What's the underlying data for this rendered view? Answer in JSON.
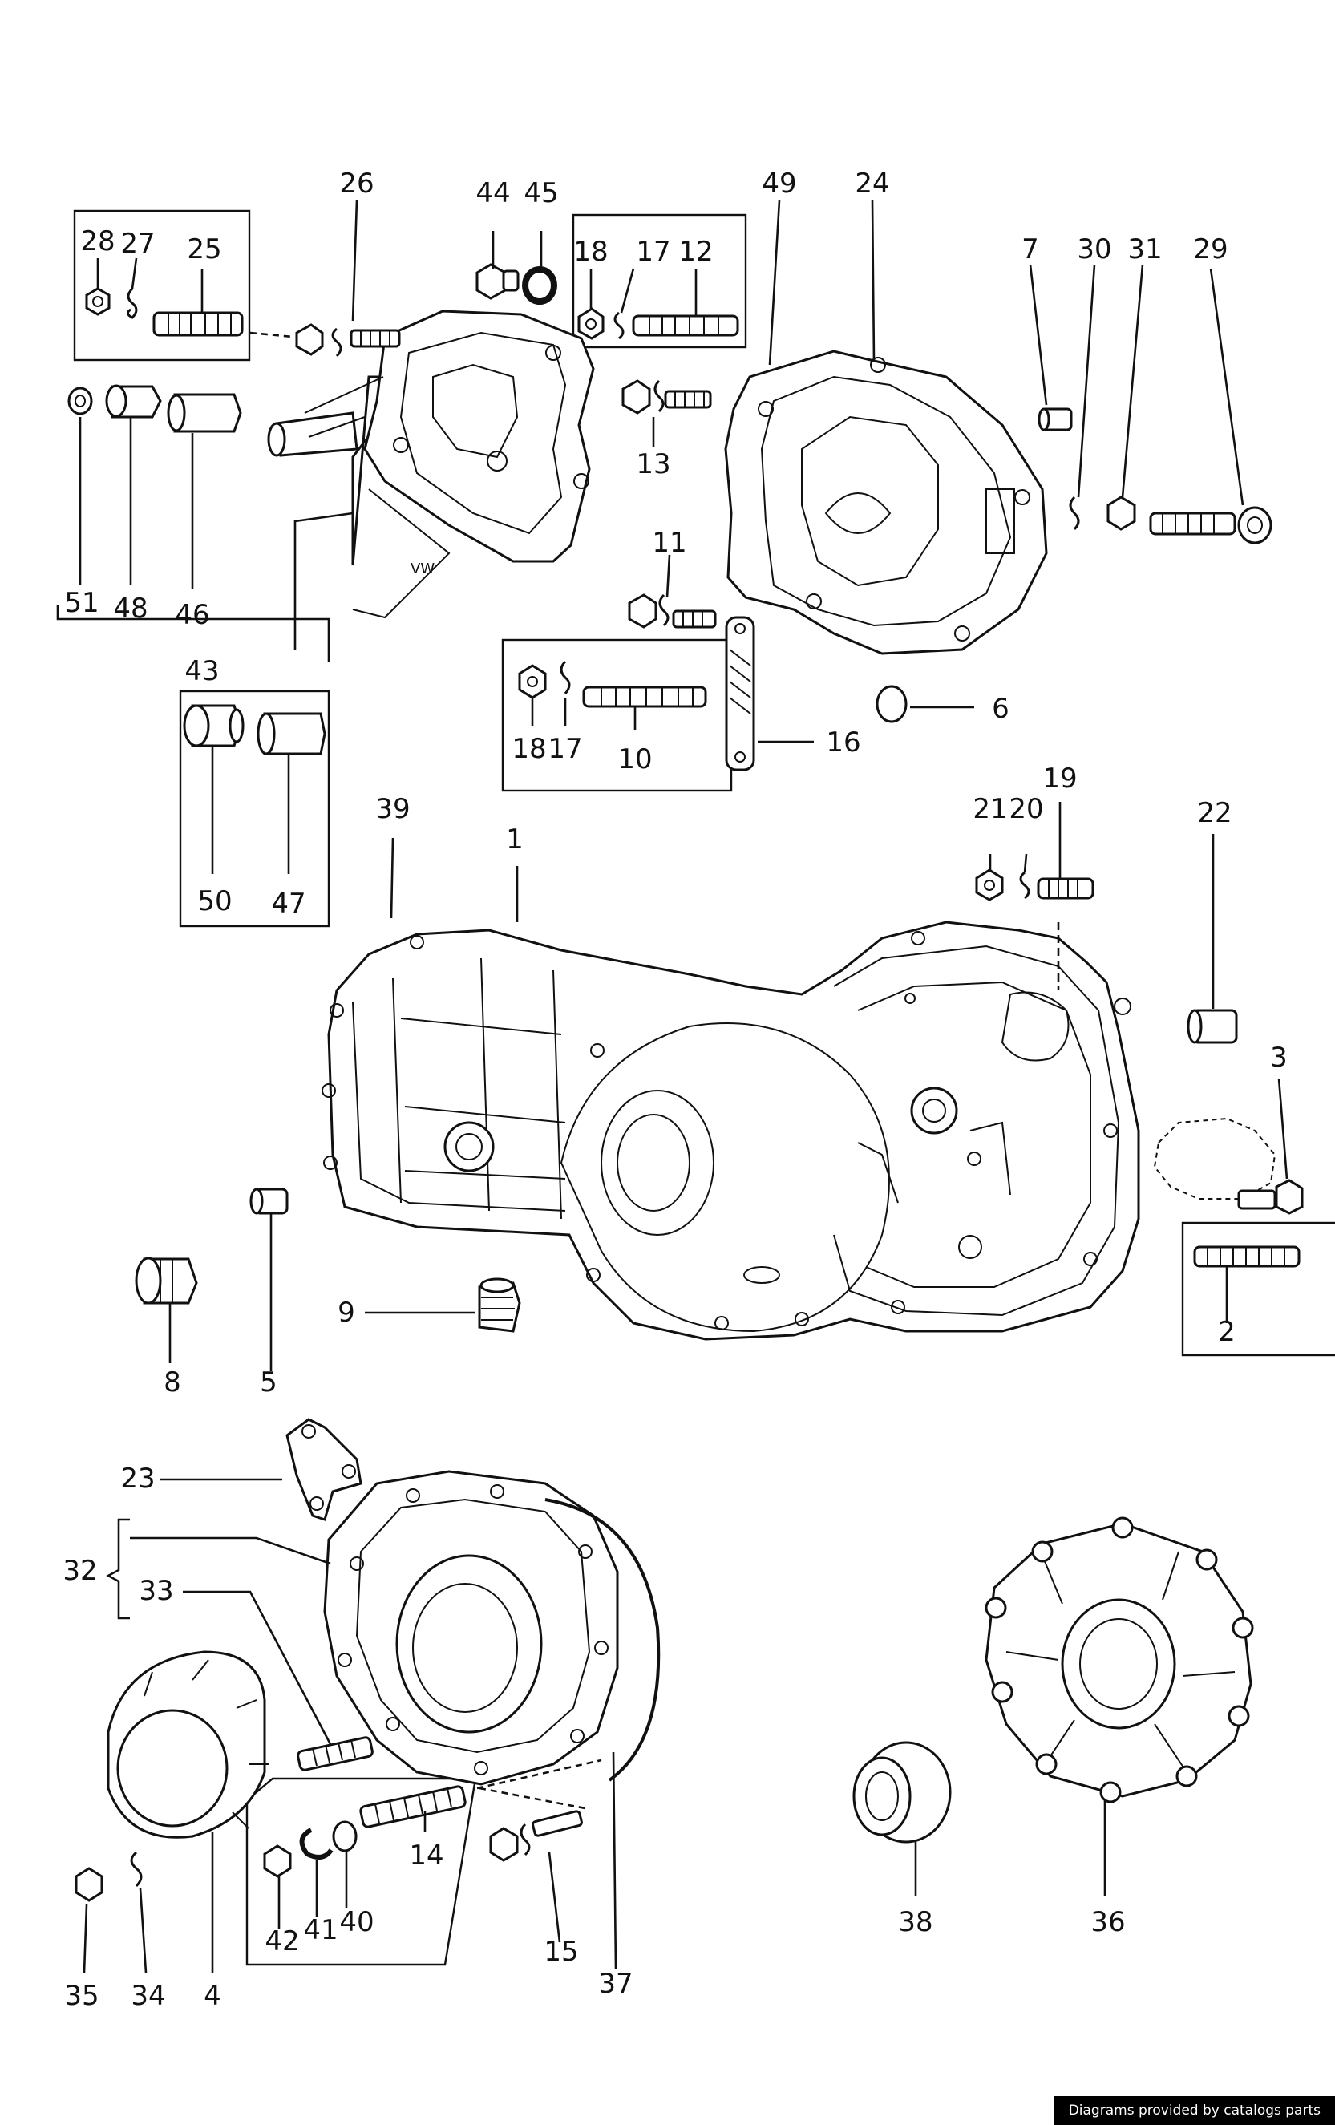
{
  "callouts": [
    {
      "n": "26"
    },
    {
      "n": "44"
    },
    {
      "n": "45"
    },
    {
      "n": "49"
    },
    {
      "n": "24"
    },
    {
      "n": "28"
    },
    {
      "n": "27"
    },
    {
      "n": "25"
    },
    {
      "n": "18"
    },
    {
      "n": "17"
    },
    {
      "n": "12"
    },
    {
      "n": "7"
    },
    {
      "n": "30"
    },
    {
      "n": "31"
    },
    {
      "n": "29"
    },
    {
      "n": "13"
    },
    {
      "n": "51"
    },
    {
      "n": "48"
    },
    {
      "n": "46"
    },
    {
      "n": "43"
    },
    {
      "n": "11"
    },
    {
      "n": "6"
    },
    {
      "n": "18"
    },
    {
      "n": "17"
    },
    {
      "n": "10"
    },
    {
      "n": "16"
    },
    {
      "n": "50"
    },
    {
      "n": "47"
    },
    {
      "n": "39"
    },
    {
      "n": "1"
    },
    {
      "n": "21"
    },
    {
      "n": "20"
    },
    {
      "n": "19"
    },
    {
      "n": "22"
    },
    {
      "n": "3"
    },
    {
      "n": "2"
    },
    {
      "n": "5"
    },
    {
      "n": "8"
    },
    {
      "n": "9"
    },
    {
      "n": "23"
    },
    {
      "n": "32"
    },
    {
      "n": "33"
    },
    {
      "n": "14"
    },
    {
      "n": "42"
    },
    {
      "n": "41"
    },
    {
      "n": "40"
    },
    {
      "n": "15"
    },
    {
      "n": "37"
    },
    {
      "n": "35"
    },
    {
      "n": "34"
    },
    {
      "n": "4"
    },
    {
      "n": "38"
    },
    {
      "n": "36"
    }
  ],
  "credit": "Diagrams provided by catalogs parts"
}
